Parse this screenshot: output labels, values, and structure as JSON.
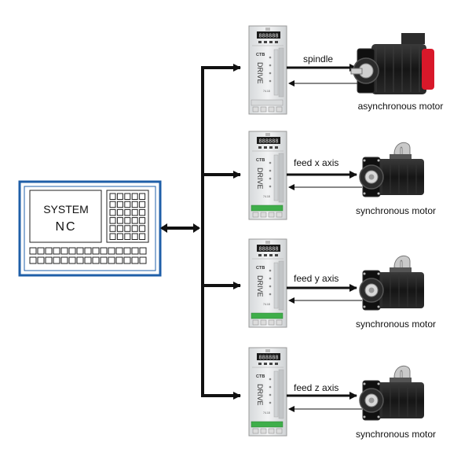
{
  "nc_unit": {
    "line1": "SYSTEM",
    "line2": "NC",
    "frame_color": "#1f5fa8"
  },
  "drives": [
    {
      "brand": "CTB",
      "model": "DRIVE",
      "display": "888888",
      "side_code": "74.18"
    },
    {
      "brand": "CTB",
      "model": "DRIVE",
      "display": "888888",
      "side_code": "74.18"
    },
    {
      "brand": "CTB",
      "model": "DRIVE",
      "display": "888888",
      "side_code": "74.18"
    },
    {
      "brand": "CTB",
      "model": "DRIVE",
      "display": "888888",
      "side_code": "74.18"
    }
  ],
  "links": [
    {
      "label": "spindle"
    },
    {
      "label": "feed x axis"
    },
    {
      "label": "feed y axis"
    },
    {
      "label": "feed z axis"
    }
  ],
  "motors": [
    {
      "label": "asynchronous motor",
      "kind": "asynchronous",
      "accent": "#d8182a"
    },
    {
      "label": "synchronous motor",
      "kind": "synchronous"
    },
    {
      "label": "synchronous motor",
      "kind": "synchronous"
    },
    {
      "label": "synchronous motor",
      "kind": "synchronous"
    }
  ],
  "colors": {
    "bus": "#111111",
    "drive_body": "#e7e9ea",
    "terminal_green": "#3fae4a",
    "motor_body": "#1b1b1b"
  }
}
